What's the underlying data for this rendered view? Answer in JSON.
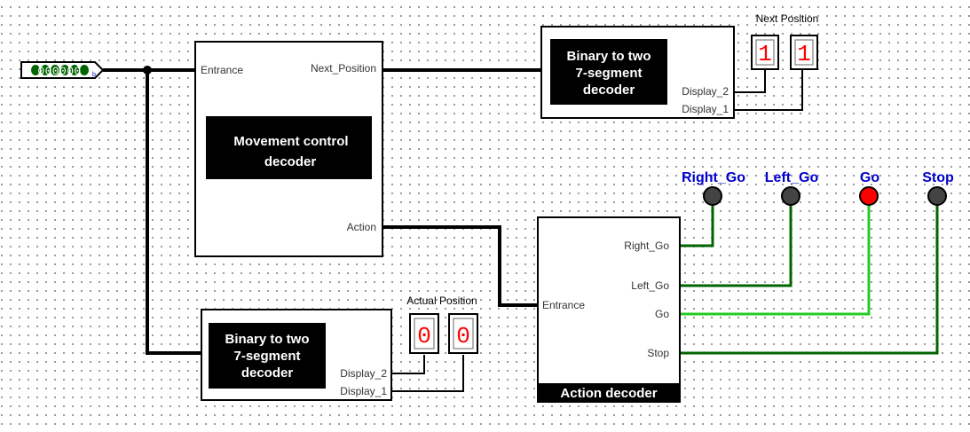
{
  "input_pin": {
    "value": "000000",
    "radix": "b"
  },
  "movement": {
    "title_line1": "Movement control",
    "title_line2": "decoder",
    "in_entrance": "Entrance",
    "out_next": "Next_Position",
    "out_action": "Action"
  },
  "top_decoder": {
    "line1": "Binary to two",
    "line2": "7-segment",
    "line3": "decoder",
    "out1": "Display_2",
    "out2": "Display_1",
    "display_title": "Next Position",
    "digits": [
      "1",
      "1"
    ]
  },
  "bottom_decoder": {
    "line1": "Binary to two",
    "line2": "7-segment",
    "line3": "decoder",
    "out1": "Display_2",
    "out2": "Display_1",
    "display_title": "Actual Position",
    "digits": [
      "0",
      "0"
    ]
  },
  "action": {
    "title": "Action decoder",
    "in_entrance": "Entrance",
    "outputs": [
      "Right_Go",
      "Left_Go",
      "Go",
      "Stop"
    ]
  },
  "leds": [
    {
      "label": "Right_Go",
      "state": "off",
      "color": "#444444"
    },
    {
      "label": "Left_Go",
      "state": "off",
      "color": "#444444"
    },
    {
      "label": "Go",
      "state": "on",
      "color": "#ff0000"
    },
    {
      "label": "Stop",
      "state": "off",
      "color": "#444444"
    }
  ],
  "colors": {
    "wire_low": "#006400",
    "wire_high": "#22cc22",
    "label_blue": "#0000cc",
    "segment_on": "#ff0000"
  }
}
